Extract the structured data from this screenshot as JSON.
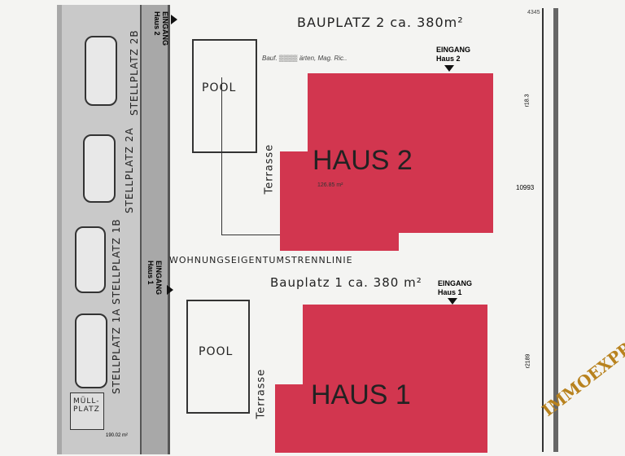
{
  "plot1": {
    "title": "BAUPLATZ 2 ca. 380m²"
  },
  "plot2": {
    "title": "Bauplatz 1 ca. 380 m²"
  },
  "divider": "WOHNUNGSEIGENTUMSTRENNLINIE",
  "house2": {
    "label": "HAUS 2",
    "area": "126.85 m²",
    "entrance": "EINGANG\nHaus 2"
  },
  "house1": {
    "label": "HAUS 1",
    "entrance": "EINGANG\nHaus 1"
  },
  "pool": "POOL",
  "terrace": "Terrasse",
  "parking": [
    "STELLPLATZ 2B",
    "STELLPLATZ 2A",
    "STELLPLATZ 1B",
    "STELLPLATZ 1A"
  ],
  "mull": "MÜLL-\nPLATZ",
  "street_entrance2": "EINGANG\nHaus 2",
  "street_entrance1": "EINGANG\nHaus 1",
  "top_number": "4345",
  "dims": {
    "d1": "10993",
    "d2": "r2189",
    "d3": "r18.3",
    "d4": "190.02 m²"
  },
  "owner_note": "Bauf. ▒▒▒▒ ärten, Mag. Ric..",
  "watermark": "IMMOEXPRESS",
  "colors": {
    "house": "#d2364f",
    "street": "#9e9e9e"
  }
}
